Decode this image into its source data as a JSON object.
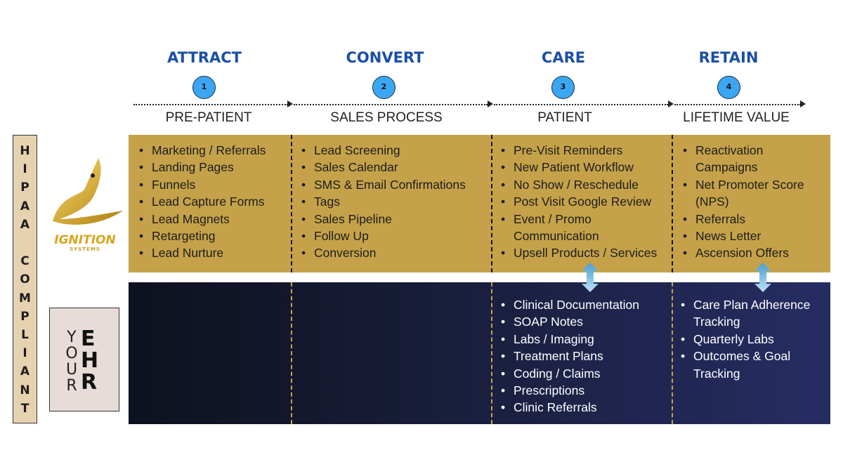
{
  "stages": [
    {
      "title": "ATTRACT",
      "number": "1",
      "subtitle": "PRE-PATIENT"
    },
    {
      "title": "CONVERT",
      "number": "2",
      "subtitle": "SALES PROCESS"
    },
    {
      "title": "CARE",
      "number": "3",
      "subtitle": "PATIENT"
    },
    {
      "title": "RETAIN",
      "number": "4",
      "subtitle": "LIFETIME VALUE"
    }
  ],
  "side_label": "HIPAA COMPLIANT",
  "logo": {
    "name": "IGNITION",
    "tagline": "SYSTEMS"
  },
  "ehr_logo": {
    "your": "YOUR",
    "ehr": "EHR"
  },
  "ignition_lists": [
    [
      "Marketing / Referrals",
      "Landing Pages",
      "Funnels",
      "Lead Capture Forms",
      "Lead Magnets",
      "Retargeting",
      "Lead Nurture"
    ],
    [
      "Lead Screening",
      "Sales Calendar",
      "SMS & Email Confirmations",
      "Tags",
      "Sales Pipeline",
      "Follow Up",
      "Conversion"
    ],
    [
      "Pre-Visit Reminders",
      "New Patient Workflow",
      "No Show / Reschedule",
      "Post Visit Google Review",
      "Event / Promo Communication",
      "Upsell Products / Services"
    ],
    [
      "Reactivation Campaigns",
      "Net Promoter Score (NPS)",
      "Referrals",
      "News Letter",
      "Ascension Offers"
    ]
  ],
  "ehr_lists": [
    [
      "Clinical Documentation",
      "SOAP Notes",
      "Labs / Imaging",
      "Treatment Plans",
      "Coding / Claims",
      "Prescriptions",
      "Clinic Referrals"
    ],
    [
      "Care Plan Adherence Tracking",
      "Quarterly Labs",
      "Outcomes & Goal Tracking"
    ]
  ],
  "colors": {
    "gold": "#c5a24a",
    "navy": "#1a1f3e",
    "heading": "#1a4fa6",
    "circle": "#3ba7f2"
  }
}
